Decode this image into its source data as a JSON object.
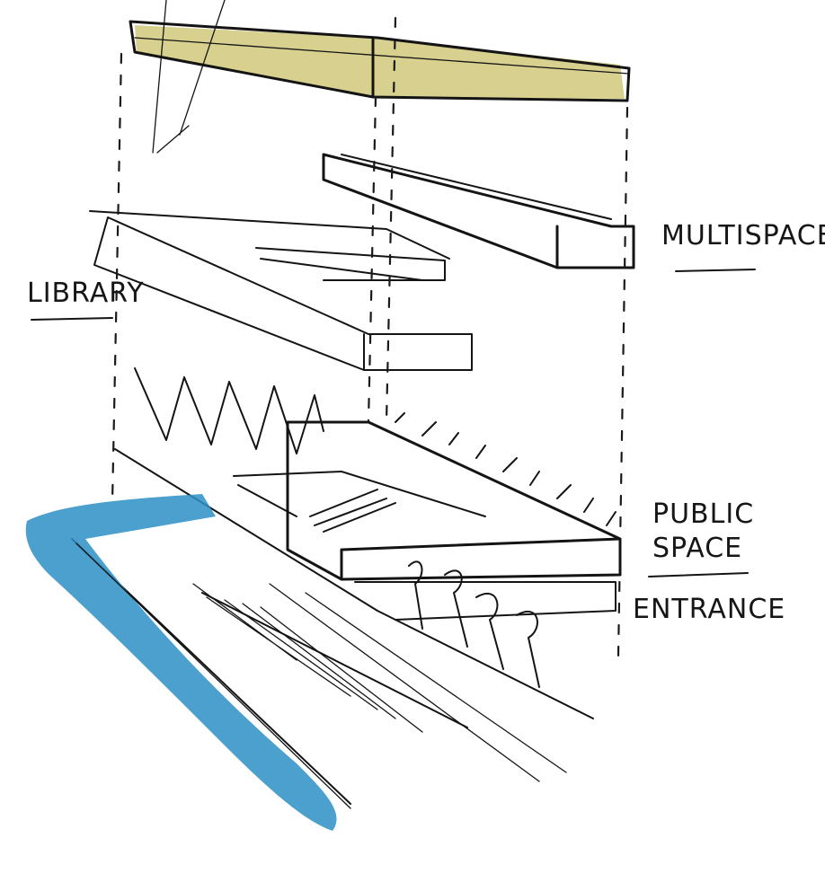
{
  "labels": {
    "multispace": "MULTISPACE",
    "library": "LIBRARY",
    "public_line1": "PUBLIC",
    "public_line2": "SPACE",
    "entrance": "ENTRANCE"
  },
  "colors": {
    "ink": "#141414",
    "roof_wash": "#c9c06a",
    "water_wash": "#2c8fc6"
  }
}
